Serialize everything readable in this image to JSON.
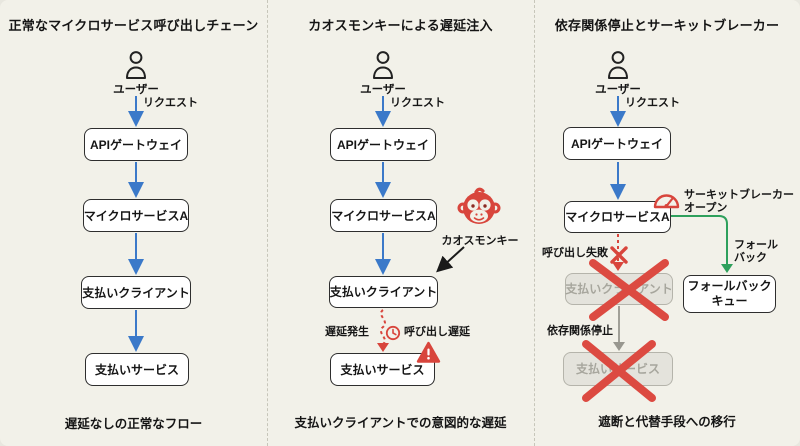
{
  "colors": {
    "background": "#f2f1e9",
    "node_border": "#2e2e2e",
    "node_fill": "#ffffff",
    "arrow_blue": "#3b79c9",
    "alert_red": "#d8453c",
    "success_green": "#2ea05c",
    "neutral_gray": "#98978f",
    "disabled_fill": "#e4e3dc",
    "disabled_border": "#b5b4ab",
    "disabled_text": "#a7a69d",
    "text": "#151515"
  },
  "panels": [
    {
      "title": "正常なマイクロサービス呼び出しチェーン",
      "user_label": "ユーザー",
      "request_label": "リクエスト",
      "nodes": [
        "APIゲートウェイ",
        "マイクロサービスA",
        "支払いクライアント",
        "支払いサービス"
      ],
      "caption": "遅延なしの正常なフロー"
    },
    {
      "title": "カオスモンキーによる遅延注入",
      "user_label": "ユーザー",
      "request_label": "リクエスト",
      "nodes": [
        "APIゲートウェイ",
        "マイクロサービスA",
        "支払いクライアント",
        "支払いサービス"
      ],
      "chaos_monkey_label": "カオスモンキー",
      "delay_occurs_label": "遅延発生",
      "call_delay_label": "呼び出し遅延",
      "caption": "支払いクライアントでの意図的な遅延"
    },
    {
      "title": "依存関係停止とサーキットブレーカー",
      "user_label": "ユーザー",
      "request_label": "リクエスト",
      "nodes": [
        "APIゲートウェイ",
        "マイクロサービスA",
        "支払いクライアント",
        "支払いサービス"
      ],
      "circuit_breaker_line1": "サーキットブレーカー",
      "circuit_breaker_line2": "オープン",
      "call_fail_label": "呼び出し失敗",
      "dependency_stop_label": "依存関係停止",
      "fallback_line1": "フォール",
      "fallback_line2": "バック",
      "fallback_queue_line1": "フォールバック",
      "fallback_queue_line2": "キュー",
      "caption": "遮断と代替手段への移行"
    }
  ]
}
